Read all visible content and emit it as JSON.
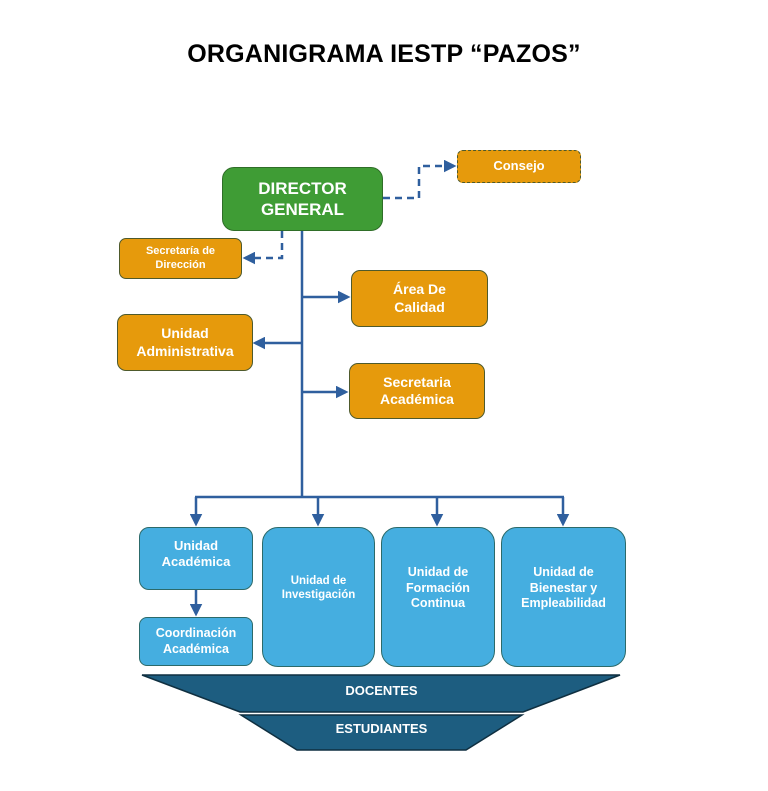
{
  "title": "ORGANIGRAMA IESTP “PAZOS”",
  "colors": {
    "director": "#3f9c35",
    "staff": "#e69a0c",
    "units": "#45aee0",
    "base": "#1d5d80",
    "connector": "#2f5f9e"
  },
  "nodes": {
    "director": "DIRECTOR GENERAL",
    "consejo": "Consejo",
    "secretaria_direccion": "Secretaría de Dirección",
    "area_calidad": "Área De Calidad",
    "unidad_administrativa": "Unidad Administrativa",
    "secretaria_academica": "Secretaria Académica",
    "unidad_academica": "Unidad Académica",
    "coordinacion_academica": "Coordinación Académica",
    "unidad_investigacion": "Unidad de Investigación",
    "unidad_formacion": "Unidad de Formación Continua",
    "unidad_bienestar": "Unidad de Bienestar y Empleabilidad"
  },
  "base_levels": {
    "docentes": "DOCENTES",
    "estudiantes": "ESTUDIANTES"
  }
}
